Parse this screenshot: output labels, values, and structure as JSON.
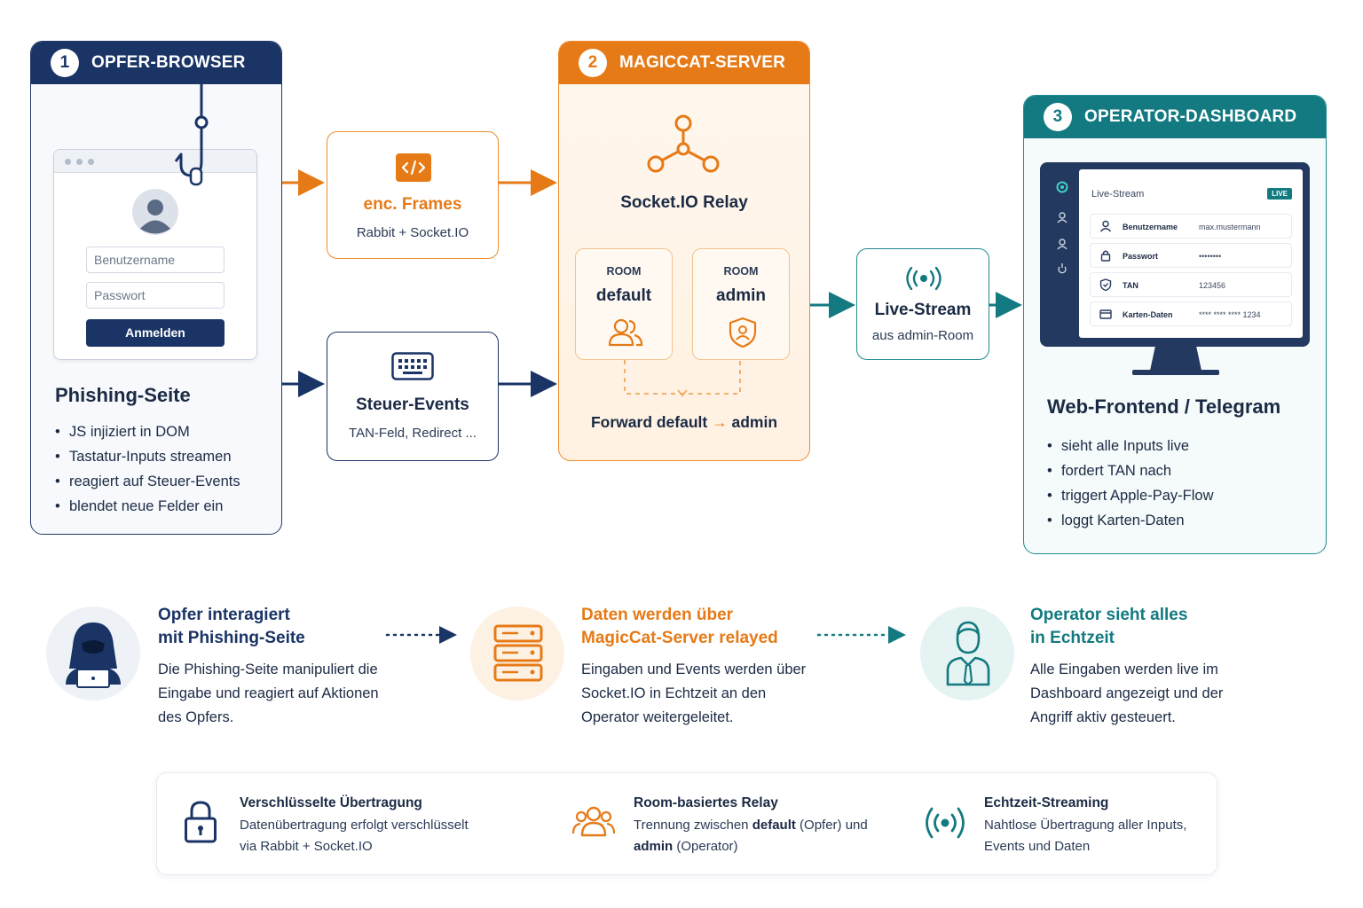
{
  "panel1": {
    "number": "1",
    "title": "OPFER-BROWSER",
    "mock": {
      "username_placeholder": "Benutzername",
      "password_placeholder": "Passwort",
      "button": "Anmelden"
    },
    "section_title": "Phishing-Seite",
    "bullets": [
      "JS injiziert in DOM",
      "Tastatur-Inputs streamen",
      "reagiert auf Steuer-Events",
      "blendet neue Felder ein"
    ]
  },
  "box_enc": {
    "title": "enc. Frames",
    "subtitle": "Rabbit + Socket.IO"
  },
  "box_steuer": {
    "title": "Steuer-Events",
    "subtitle": "TAN-Feld, Redirect ..."
  },
  "panel2": {
    "number": "2",
    "title": "MAGICCAT-SERVER",
    "relay_label": "Socket.IO Relay",
    "rooms": [
      {
        "label": "ROOM",
        "name": "default"
      },
      {
        "label": "ROOM",
        "name": "admin"
      }
    ],
    "forward": {
      "from": "Forward default",
      "arrow": "→",
      "to": "admin"
    }
  },
  "box_live": {
    "title": "Live-Stream",
    "subtitle": "aus admin-Room"
  },
  "panel3": {
    "number": "3",
    "title": "OPERATOR-DASHBOARD",
    "screen": {
      "title": "Live-Stream",
      "badge": "LIVE",
      "rows": [
        {
          "label": "Benutzername",
          "value": "max.mustermann"
        },
        {
          "label": "Passwort",
          "value": "••••••••"
        },
        {
          "label": "TAN",
          "value": "123456"
        },
        {
          "label": "Karten-Daten",
          "value": "**** **** **** 1234"
        }
      ]
    },
    "section_title": "Web-Frontend / Telegram",
    "bullets": [
      "sieht alle Inputs live",
      "fordert TAN nach",
      "triggert Apple-Pay-Flow",
      "loggt Karten-Daten"
    ]
  },
  "steps": [
    {
      "title_line1": "Opfer interagiert",
      "title_line2": "mit Phishing-Seite",
      "desc": [
        "Die Phishing-Seite manipuliert die",
        "Eingabe und reagiert auf Aktionen",
        "des Opfers."
      ]
    },
    {
      "title_line1": "Daten werden über",
      "title_line2": "MagicCat-Server relayed",
      "desc": [
        "Eingaben und Events werden über",
        "Socket.IO in Echtzeit an den",
        "Operator weitergeleitet."
      ]
    },
    {
      "title_line1": "Operator sieht alles",
      "title_line2": "in Echtzeit",
      "desc": [
        "Alle Eingaben werden live im",
        "Dashboard angezeigt und der",
        "Angriff aktiv gesteuert."
      ]
    }
  ],
  "features": [
    {
      "title": "Verschlüsselte Übertragung",
      "line1": "Datenübertragung erfolgt verschlüsselt",
      "line2": "via Rabbit + Socket.IO"
    },
    {
      "title": "Room-basiertes Relay",
      "line1_pre": "Trennung zwischen ",
      "line1_bold": "default",
      "line1_post": " (Opfer) und",
      "line2_bold": "admin",
      "line2_post": " (Operator)"
    },
    {
      "title": "Echtzeit-Streaming",
      "line1": "Nahtlose Übertragung aller Inputs,",
      "line2": "Events und Daten"
    }
  ],
  "colors": {
    "navy": "#1a3466",
    "orange": "#e67a17",
    "teal": "#127a80"
  }
}
